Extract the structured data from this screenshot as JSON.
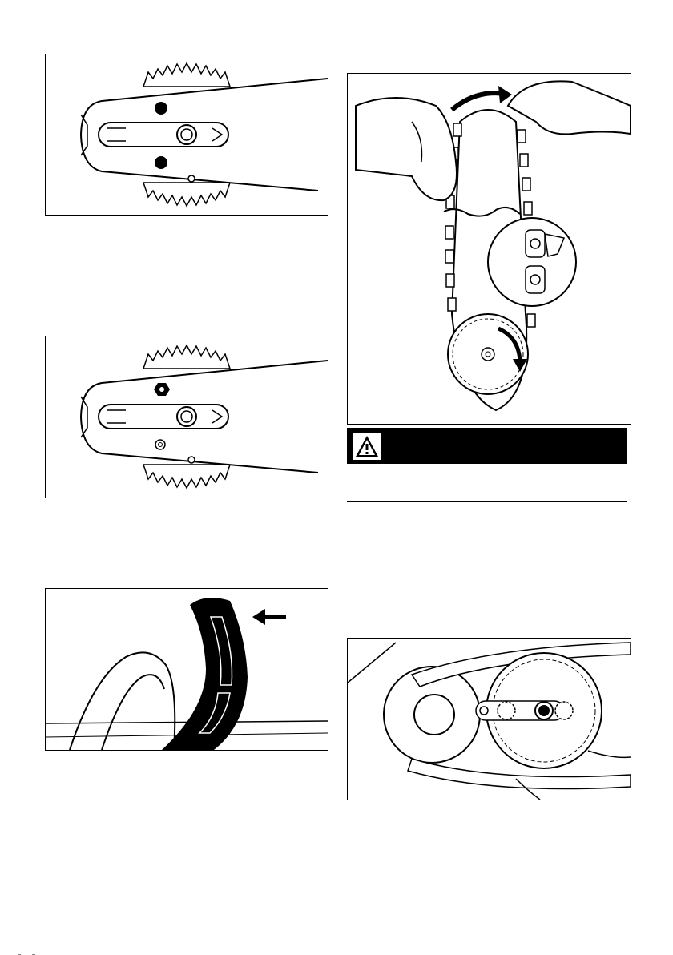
{
  "page": {
    "background": "#ffffff",
    "ink": "#000000"
  },
  "figures": [
    {
      "id": "bar-mounting-nuts",
      "icon": "guide-bar-studs-illustration"
    },
    {
      "id": "bar-tensioner-nut",
      "icon": "guide-bar-tensioner-illustration"
    },
    {
      "id": "hand-guard-brake",
      "icon": "chain-brake-lever-illustration"
    },
    {
      "id": "chain-mounting",
      "icon": "saw-chain-on-bar-illustration"
    },
    {
      "id": "sprocket-detail",
      "icon": "sprocket-chain-detail-illustration"
    }
  ],
  "warning": {
    "icon": "warning-triangle-icon",
    "label": ""
  }
}
